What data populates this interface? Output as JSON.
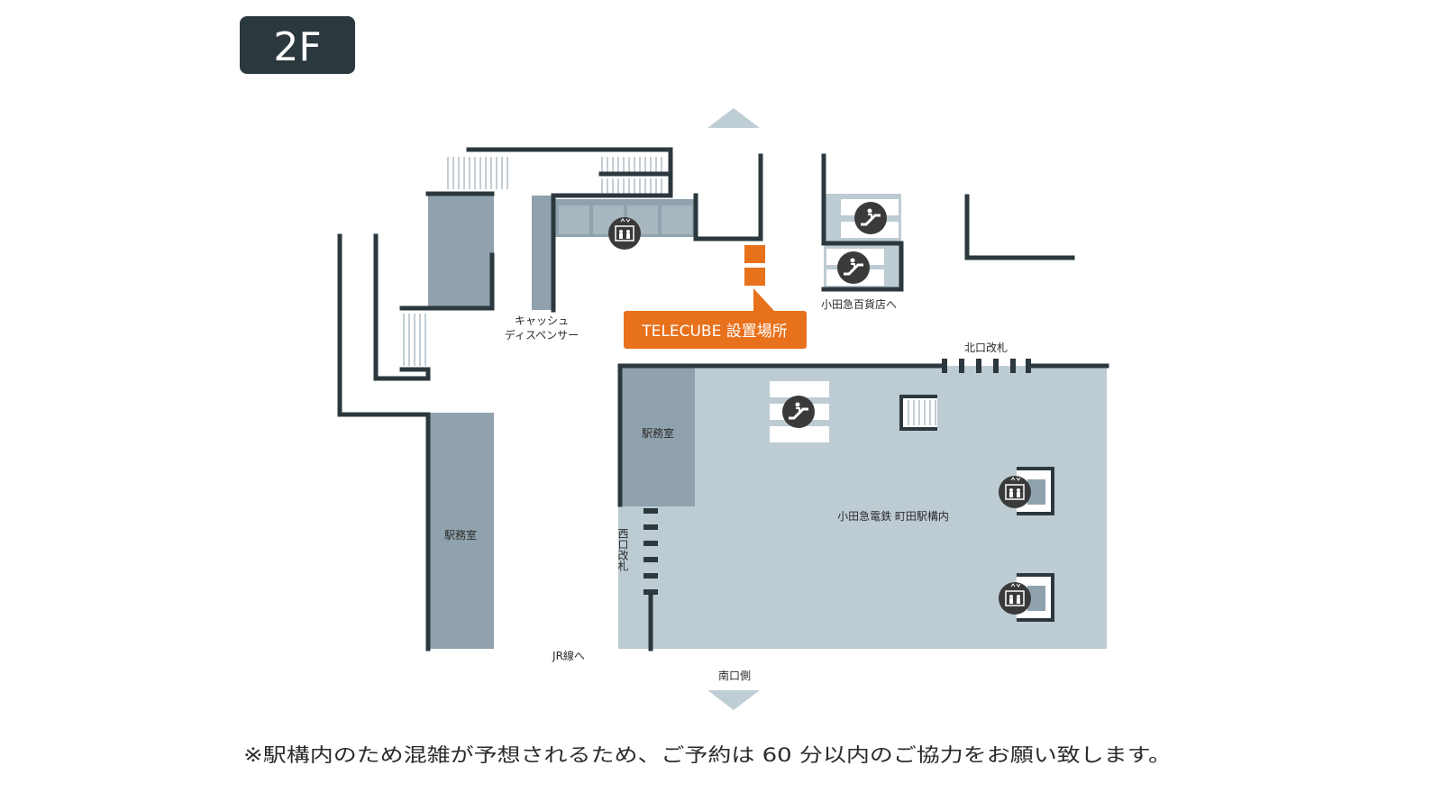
{
  "floor_badge": {
    "label": "2F",
    "color": "#2b383d"
  },
  "callout": {
    "label": "TELECUBE 設置場所",
    "color": "#e8711c"
  },
  "labels": {
    "station_office_main": "駅務室",
    "station_office_west": "駅務室",
    "cash_dispenser_line1": "キャッシュ",
    "cash_dispenser_line2": "ディスペンサー",
    "to_odakyu_dept": "小田急百貨店へ",
    "north_gate": "北口改札",
    "west_gate": "西口改札",
    "station_area": "小田急電鉄 町田駅構内",
    "to_jr": "JR線へ",
    "south_exit": "南口側"
  },
  "footer_note": "※駅構内のため混雑が予想されるため、ご予約は 60 分以内のご協力をお願い致します。",
  "icons": {
    "elevator": "elevator-icon",
    "escalator": "escalator-icon",
    "stairs": "stairs-icon",
    "arrow_up": "arrow-up-icon",
    "arrow_down": "arrow-down-icon"
  },
  "colors": {
    "wall": "#2b383d",
    "room": "#8fa2ad",
    "station_floor": "#bdcbd3",
    "telecube": "#e8711c",
    "arrow": "#bfcdd5"
  }
}
